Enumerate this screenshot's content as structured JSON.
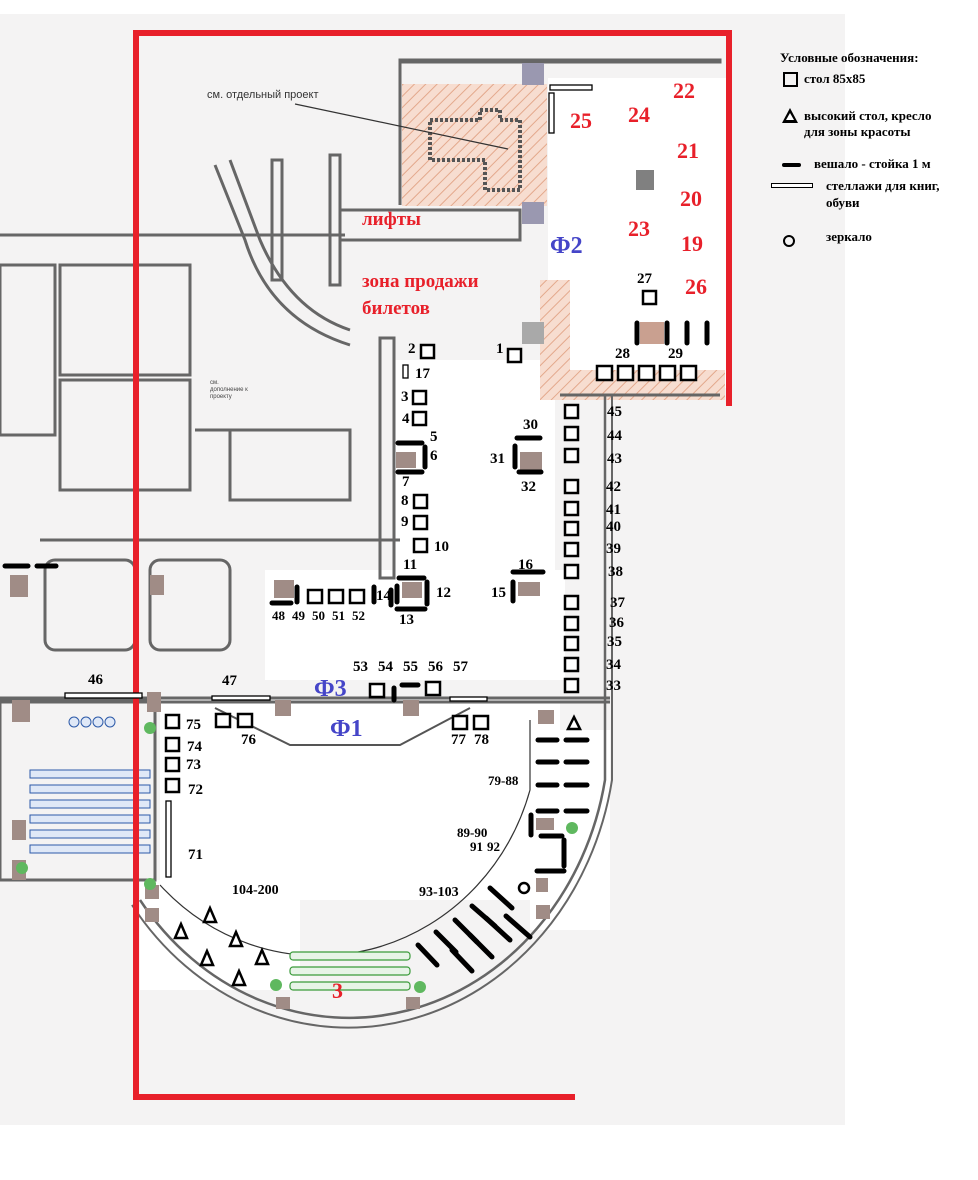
{
  "legend": {
    "title": "Условные обозначения:",
    "items": [
      {
        "icon": "square-table",
        "label": "стол 85х85"
      },
      {
        "icon": "triangle",
        "label": "высокий стол, кресло\nдля зоны красоты",
        "line1": "высокий стол, кресло",
        "line2": "для зоны красоты"
      },
      {
        "icon": "thick-bar",
        "label": "вешало - стойка 1 м"
      },
      {
        "icon": "open-rectangle",
        "label": "стеллажи для книг,\nобуви",
        "line1": "стеллажи для книг,",
        "line2": "обуви"
      },
      {
        "icon": "circle",
        "label": "зеркало"
      }
    ]
  },
  "notes": {
    "separate_project": "см. отдельный проект",
    "addition": "см. дополнение к проекту",
    "lifts": "лифты",
    "ticket_zone_1": "зона продажи",
    "ticket_zone_2": "билетов"
  },
  "zones": {
    "f1": "Ф1",
    "f2": "Ф2",
    "f3": "Ф3",
    "z3": "3"
  },
  "f2_numbers": [
    "22",
    "25",
    "24",
    "21",
    "20",
    "23",
    "19",
    "26"
  ],
  "numbers": {
    "n1": "1",
    "n2": "2",
    "n3": "3",
    "n4": "4",
    "n5": "5",
    "n6": "6",
    "n7": "7",
    "n8": "8",
    "n9": "9",
    "n10": "10",
    "n11": "11",
    "n12": "12",
    "n13": "13",
    "n14": "14",
    "n15": "15",
    "n16": "16",
    "n17": "17",
    "n27": "27",
    "n28": "28",
    "n29": "29",
    "n30": "30",
    "n31": "31",
    "n32": "32",
    "n33": "33",
    "n34": "34",
    "n35": "35",
    "n36": "36",
    "n37": "37",
    "n38": "38",
    "n39": "39",
    "n40": "40",
    "n41": "41",
    "n42": "42",
    "n43": "43",
    "n44": "44",
    "n45": "45",
    "n46": "46",
    "n47": "47",
    "n48": "48",
    "n49": "49",
    "n50": "50",
    "n51": "51",
    "n52": "52",
    "n53": "53",
    "n54": "54",
    "n55": "55",
    "n56": "56",
    "n57": "57",
    "n71": "71",
    "n72": "72",
    "n73": "73",
    "n74": "74",
    "n75": "75",
    "n76": "76",
    "n77": "77",
    "n78": "78",
    "r79_88": "79-88",
    "r89_90": "89-90",
    "n91": "91",
    "n92": "92",
    "r93_103": "93-103",
    "r104_200": "104-200"
  },
  "colors": {
    "frame": "#e8202a",
    "zone_blue": "#4545c8",
    "hatch": "#f0c8b0",
    "wall": "#666666"
  }
}
